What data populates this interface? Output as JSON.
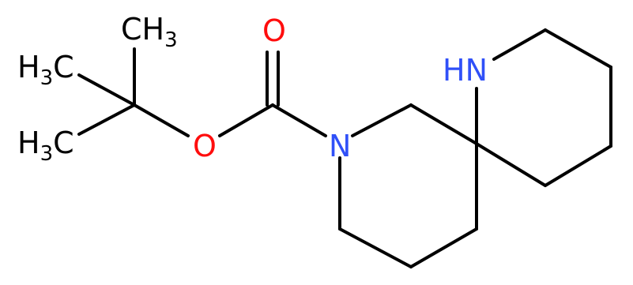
{
  "molecule": {
    "atoms": {
      "methyl_top": {
        "main": "CH",
        "sub": "3",
        "color": "#000000"
      },
      "methyl_left_1": {
        "pre": "H",
        "sub": "3",
        "post": "C",
        "color": "#000000"
      },
      "methyl_left_2": {
        "pre": "H",
        "sub": "3",
        "post": "C",
        "color": "#000000"
      },
      "oxygen_carbonyl": {
        "label": "O",
        "color": "#ff0d0d"
      },
      "oxygen_ester": {
        "label": "O",
        "color": "#ff0d0d"
      },
      "nitrogen_amide": {
        "label": "N",
        "color": "#3050f8"
      },
      "nitrogen_amine": {
        "label": "HN",
        "color": "#3050f8"
      }
    },
    "colors": {
      "bond": "#000000",
      "nitrogen": "#3050f8",
      "oxygen": "#ff0d0d"
    }
  }
}
